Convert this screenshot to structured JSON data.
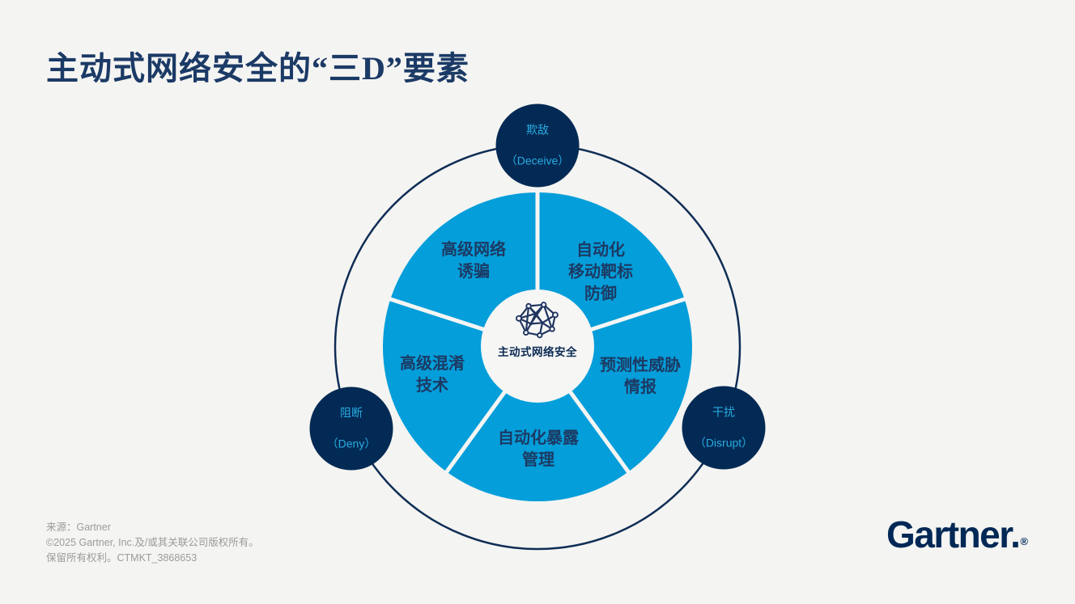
{
  "title": "主动式网络安全的“三D”要素",
  "colors": {
    "background": "#f4f4f2",
    "wheel_blue": "#049eda",
    "node_navy": "#032a54",
    "ring_navy": "#0f2d55",
    "segment_text_navy": "#1c3a63",
    "node_text_light_blue": "#29abe2",
    "source_gray": "#9b9b99",
    "logo_navy": "#002856"
  },
  "diagram": {
    "center": {
      "icon": "network-mesh-icon",
      "label": "主动式网络安全"
    },
    "segments": [
      {
        "label": "高级网络\n诱骗"
      },
      {
        "label": "自动化\n移动靶标\n防御"
      },
      {
        "label": "预测性威胁\n情报"
      },
      {
        "label": "自动化暴露\n管理"
      },
      {
        "label": "高级混淆\n技术"
      }
    ],
    "nodes": [
      {
        "zh": "欺敌",
        "en": "（Deceive）"
      },
      {
        "zh": "阻断",
        "en": "（Deny）"
      },
      {
        "zh": "干扰",
        "en": "（Disrupt）"
      }
    ]
  },
  "footer": {
    "source_line1": "来源：Gartner",
    "source_line2": "©2025 Gartner, Inc.及/或其关联公司版权所有。",
    "source_line3": "保留所有权利。CTMKT_3868653",
    "logo": "Gartner.",
    "registered": "®"
  }
}
